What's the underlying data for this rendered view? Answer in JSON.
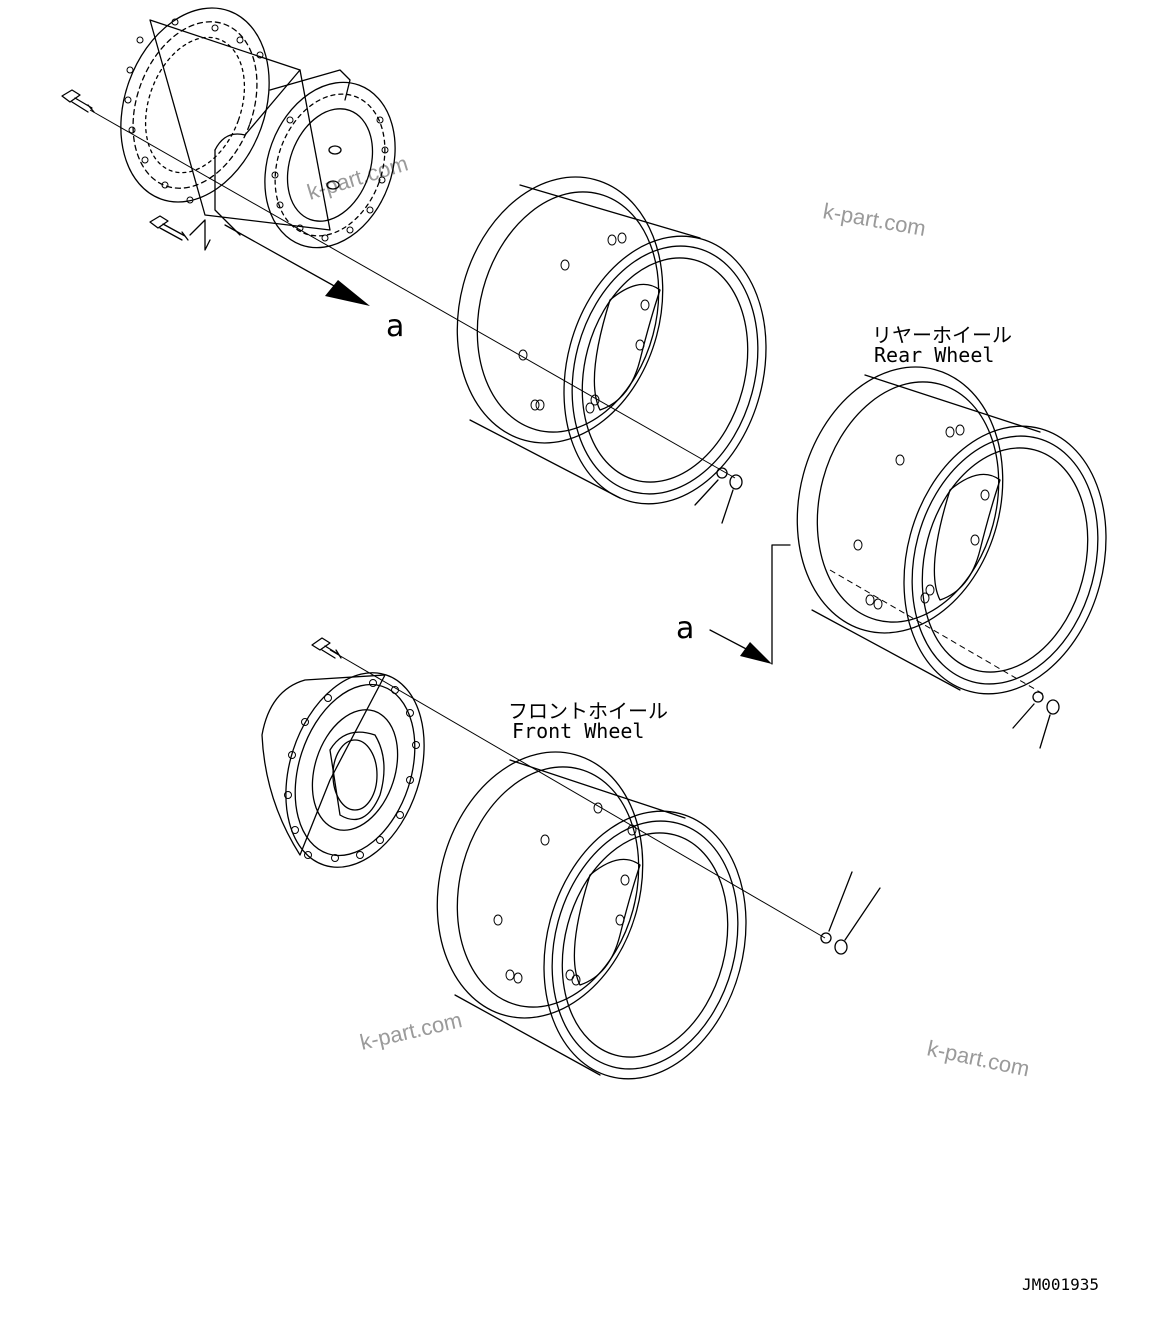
{
  "labels": {
    "rear_wheel_jp": "リヤーホイール",
    "rear_wheel_en": "Rear Wheel",
    "front_wheel_jp": "フロントホイール",
    "front_wheel_en": "Front Wheel",
    "ref_a_1": "a",
    "ref_a_2": "a",
    "drawing_id": "JM001935"
  },
  "watermarks": [
    "k-part.com",
    "k-part.com",
    "k-part.com",
    "k-part.com"
  ],
  "colors": {
    "ink": "#000000",
    "watermark": "#9a9a9a",
    "background": "#ffffff"
  }
}
